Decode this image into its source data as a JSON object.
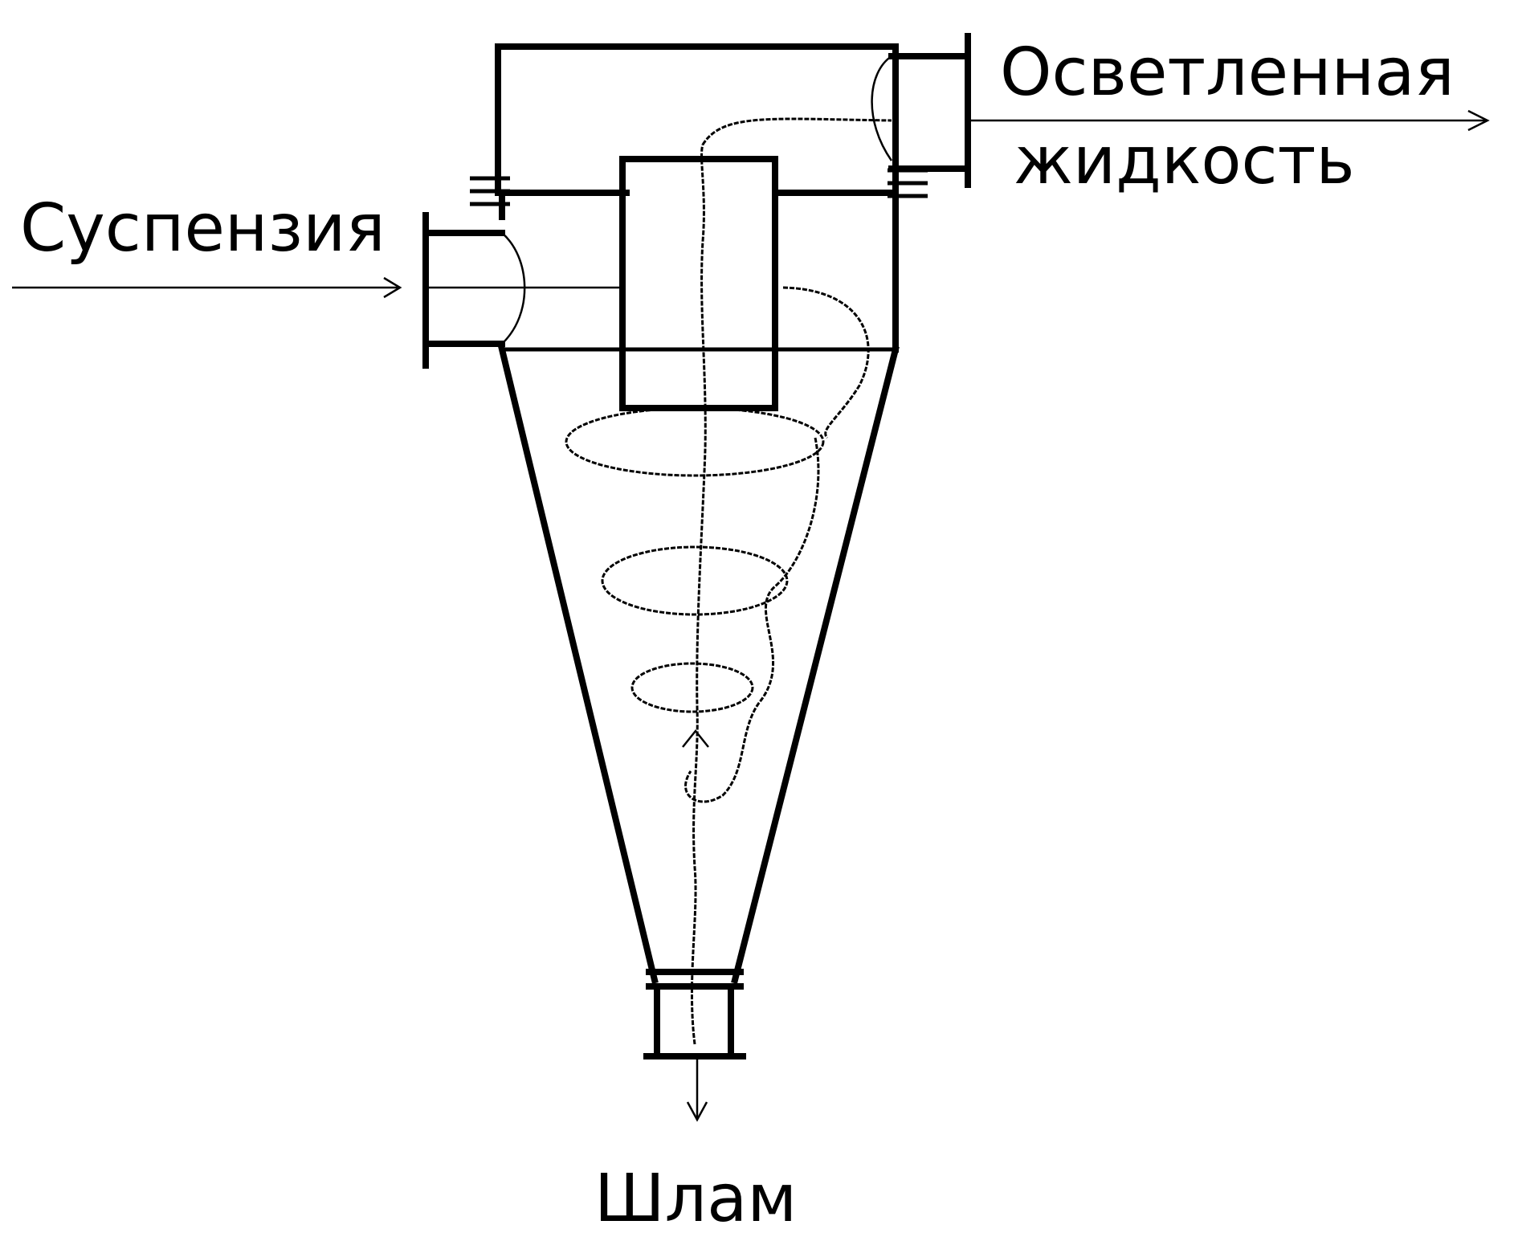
{
  "labels": {
    "inlet": "Суспензия",
    "outlet_line1": "Осветленная",
    "outlet_line2": "жидкость",
    "sludge": "Шлам"
  },
  "colors": {
    "ink": "#000000",
    "background": "#ffffff"
  }
}
